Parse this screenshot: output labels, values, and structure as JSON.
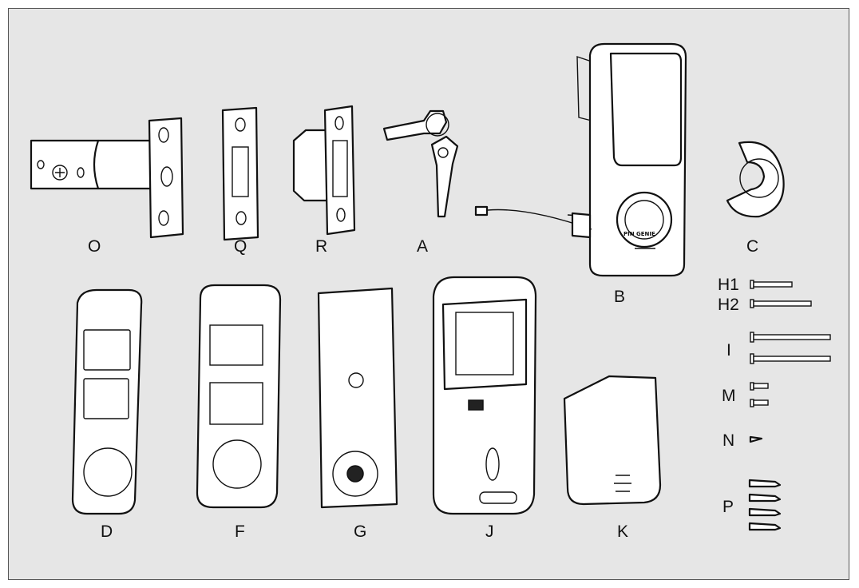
{
  "labels": {
    "O": "O",
    "Q": "Q",
    "R": "R",
    "A": "A",
    "B": "B",
    "C": "C",
    "D": "D",
    "F": "F",
    "G": "G",
    "J": "J",
    "K": "K",
    "H1": "H1",
    "H2": "H2",
    "I": "I",
    "M": "M",
    "N": "N",
    "P": "P"
  },
  "icons": [
    "latch-bolt",
    "strike-plate",
    "strike-box",
    "keys",
    "exterior-keypad-assembly",
    "spacer-ring",
    "exterior-gasket",
    "interior-gasket",
    "mounting-plate",
    "interior-assembly",
    "battery-cover",
    "screws"
  ],
  "colors": {
    "background": "#e6e6e6",
    "line": "#111111"
  }
}
